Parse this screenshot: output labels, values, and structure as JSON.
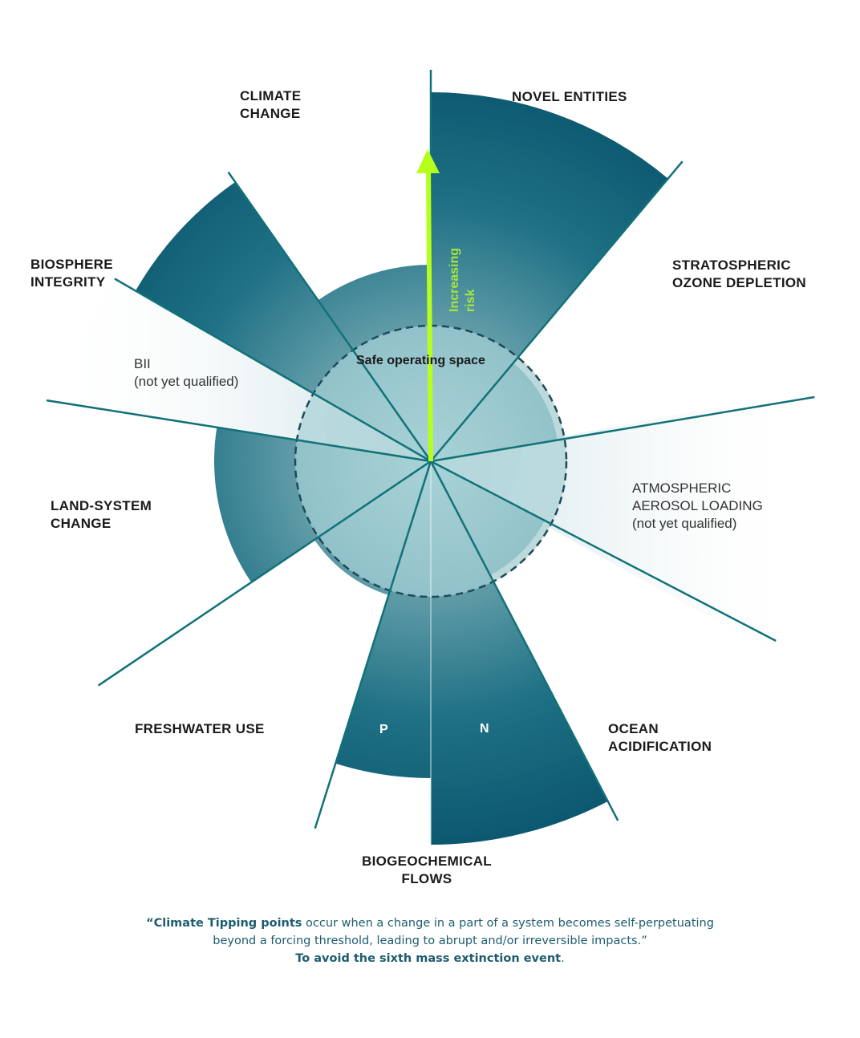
{
  "labels": {
    "climate_change": [
      "CLIMATE",
      "CHANGE"
    ],
    "novel_entities": "NOVEL ENTITIES",
    "stratospheric_ozone": [
      "STRATOSPHERIC",
      "OZONE DEPLETION"
    ],
    "biosphere_integrity": [
      "BIOSPHERE",
      "INTEGRITY"
    ],
    "bii": [
      "BII",
      "(not yet qualified)"
    ],
    "land_system": [
      "LAND-SYSTEM",
      "CHANGE"
    ],
    "atmospheric_aerosol": [
      "ATMOSPHERIC",
      "AEROSOL LOADING",
      "(not yet qualified)"
    ],
    "freshwater_use": "FRESHWATER USE",
    "ocean_acidification": [
      "OCEAN",
      "ACIDIFICATION"
    ],
    "biogeochemical_flows": [
      "BIOGEOCHEMICAL",
      "FLOWS"
    ],
    "segment_p": "P",
    "segment_n": "N"
  },
  "center": {
    "safe_space": "Safe operating space",
    "risk_arrow": [
      "Increasing",
      "risk"
    ]
  },
  "caption": {
    "line1_bold": "“Climate Tipping points",
    "line1_rest": " occur when a change in a part of a system becomes self-perpetuating beyond a forcing threshold, leading to abrupt and/or irreversible impacts.”",
    "line2_bold": "To avoid the sixth mass extinction event",
    "line2_rest": "."
  },
  "colors": {
    "teal_dark": "#0e5e75",
    "teal_light": "#6ea6b2",
    "divider": "#127278",
    "arrow": "#b6ff1c",
    "globe": "#e4e4e4",
    "safe_fill": "#a9d4d9"
  }
}
